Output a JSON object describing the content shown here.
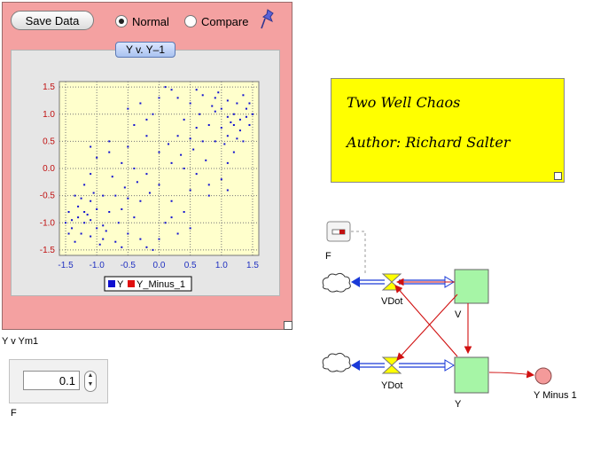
{
  "toolbar": {
    "save_label": "Save Data",
    "mode_normal": "Normal",
    "mode_compare": "Compare",
    "selected_mode": "Normal"
  },
  "chart_tab": "Y v. Y–1",
  "graph_caption": "Y v Ym1",
  "chart_data": {
    "type": "scatter",
    "xlim": [
      -1.6,
      1.6
    ],
    "ylim": [
      -1.6,
      1.6
    ],
    "xticks": [
      "-1.5",
      "-1.0",
      "-0.5",
      "0.0",
      "0.5",
      "1.0",
      "1.5"
    ],
    "yticks": [
      "1.5",
      "1.0",
      "0.5",
      "0.0",
      "-0.5",
      "-1.0",
      "-1.5"
    ],
    "grid": true,
    "legend_position": "bottom",
    "legend": [
      {
        "name": "Y",
        "color": "#1010d0"
      },
      {
        "name": "Y_Minus_1",
        "color": "#e01010"
      }
    ],
    "plot_background": "#ffffcc",
    "series": [
      {
        "name": "Y",
        "color": "#1010d0",
        "points": [
          [
            1.2,
            1.0
          ],
          [
            1.1,
            0.95
          ],
          [
            1.3,
            0.9
          ],
          [
            1.0,
            1.1
          ],
          [
            0.9,
            1.05
          ],
          [
            1.4,
            1.1
          ],
          [
            1.45,
            0.8
          ],
          [
            1.3,
            0.7
          ],
          [
            1.1,
            0.6
          ],
          [
            0.9,
            0.5
          ],
          [
            0.7,
            0.5
          ],
          [
            0.5,
            0.55
          ],
          [
            0.4,
            0.9
          ],
          [
            0.5,
            1.2
          ],
          [
            0.7,
            1.35
          ],
          [
            0.9,
            1.3
          ],
          [
            1.1,
            1.25
          ],
          [
            1.25,
            1.2
          ],
          [
            0.6,
            0.75
          ],
          [
            0.8,
            0.8
          ],
          [
            1.0,
            0.75
          ],
          [
            1.2,
            0.8
          ],
          [
            0.3,
            1.3
          ],
          [
            0.2,
            1.45
          ],
          [
            0.1,
            1.5
          ],
          [
            0.0,
            1.3
          ],
          [
            -0.1,
            1.0
          ],
          [
            -0.3,
            1.2
          ],
          [
            -0.5,
            1.1
          ],
          [
            -0.4,
            0.8
          ],
          [
            -0.2,
            0.6
          ],
          [
            0.0,
            0.3
          ],
          [
            0.2,
            0.1
          ],
          [
            0.4,
            0.0
          ],
          [
            0.6,
            -0.1
          ],
          [
            0.8,
            -0.3
          ],
          [
            1.0,
            -0.2
          ],
          [
            1.1,
            0.1
          ],
          [
            1.2,
            0.3
          ],
          [
            1.35,
            0.5
          ],
          [
            -1.2,
            -1.0
          ],
          [
            -1.1,
            -0.95
          ],
          [
            -1.3,
            -0.9
          ],
          [
            -1.0,
            -1.1
          ],
          [
            -0.9,
            -1.05
          ],
          [
            -1.4,
            -1.1
          ],
          [
            -1.45,
            -0.8
          ],
          [
            -1.3,
            -0.7
          ],
          [
            -1.1,
            -0.6
          ],
          [
            -0.9,
            -0.5
          ],
          [
            -0.7,
            -0.5
          ],
          [
            -0.5,
            -0.55
          ],
          [
            -0.4,
            -0.9
          ],
          [
            -0.5,
            -1.2
          ],
          [
            -0.7,
            -1.35
          ],
          [
            -0.9,
            -1.3
          ],
          [
            -1.1,
            -1.25
          ],
          [
            -1.25,
            -1.2
          ],
          [
            -0.6,
            -0.75
          ],
          [
            -0.8,
            -0.8
          ],
          [
            -1.0,
            -0.75
          ],
          [
            -1.2,
            -0.8
          ],
          [
            -0.3,
            -1.3
          ],
          [
            -0.2,
            -1.45
          ],
          [
            -0.1,
            -1.5
          ],
          [
            0.0,
            -1.3
          ],
          [
            0.1,
            -1.0
          ],
          [
            0.3,
            -1.2
          ],
          [
            0.5,
            -1.1
          ],
          [
            0.4,
            -0.8
          ],
          [
            0.2,
            -0.6
          ],
          [
            0.0,
            -0.3
          ],
          [
            -0.2,
            -0.1
          ],
          [
            -0.4,
            0.0
          ],
          [
            -0.6,
            0.1
          ],
          [
            -0.8,
            0.3
          ],
          [
            -1.0,
            0.2
          ],
          [
            -1.1,
            -0.1
          ],
          [
            -1.2,
            -0.3
          ],
          [
            -1.35,
            -0.5
          ],
          [
            1.5,
            1.0
          ],
          [
            1.45,
            1.2
          ],
          [
            1.35,
            1.35
          ],
          [
            0.95,
            1.4
          ],
          [
            0.6,
            1.45
          ],
          [
            -1.5,
            -1.0
          ],
          [
            -1.45,
            -1.2
          ],
          [
            -1.35,
            -1.35
          ],
          [
            -0.95,
            -1.4
          ],
          [
            -0.6,
            -1.45
          ],
          [
            0.55,
            0.35
          ],
          [
            0.35,
            0.25
          ],
          [
            -0.55,
            -0.35
          ],
          [
            -0.35,
            -0.25
          ],
          [
            0.15,
            0.45
          ],
          [
            -0.15,
            -0.45
          ],
          [
            0.75,
            0.15
          ],
          [
            -0.75,
            -0.15
          ],
          [
            1.05,
            0.45
          ],
          [
            -1.05,
            -0.45
          ],
          [
            0.3,
            0.6
          ],
          [
            -0.3,
            -0.6
          ],
          [
            0.85,
            1.15
          ],
          [
            -0.85,
            -1.15
          ],
          [
            1.15,
            0.85
          ],
          [
            -1.15,
            -0.85
          ],
          [
            0.65,
            1.0
          ],
          [
            -0.65,
            -1.0
          ],
          [
            1.25,
            0.55
          ],
          [
            -1.25,
            -0.55
          ],
          [
            -0.8,
            0.5
          ],
          [
            -0.5,
            0.4
          ],
          [
            -1.1,
            0.4
          ],
          [
            0.8,
            -0.5
          ],
          [
            0.5,
            -0.4
          ],
          [
            1.1,
            -0.4
          ],
          [
            -0.2,
            0.9
          ],
          [
            0.2,
            -0.9
          ],
          [
            1.4,
            0.95
          ],
          [
            -1.4,
            -0.95
          ]
        ]
      }
    ]
  },
  "note": {
    "title": "Two Well Chaos",
    "author": "Author:  Richard Salter",
    "color": "#ffff00"
  },
  "stepper": {
    "value": "0.1",
    "label": "F"
  },
  "diagram": {
    "converter_label": "F",
    "flow_vdot": "VDot",
    "flow_ydot": "YDot",
    "stock_v": "V",
    "stock_y": "Y",
    "variable_ym1": "Y Minus 1",
    "stock_color": "#a6f5a6",
    "variable_color": "#f49a9a"
  }
}
